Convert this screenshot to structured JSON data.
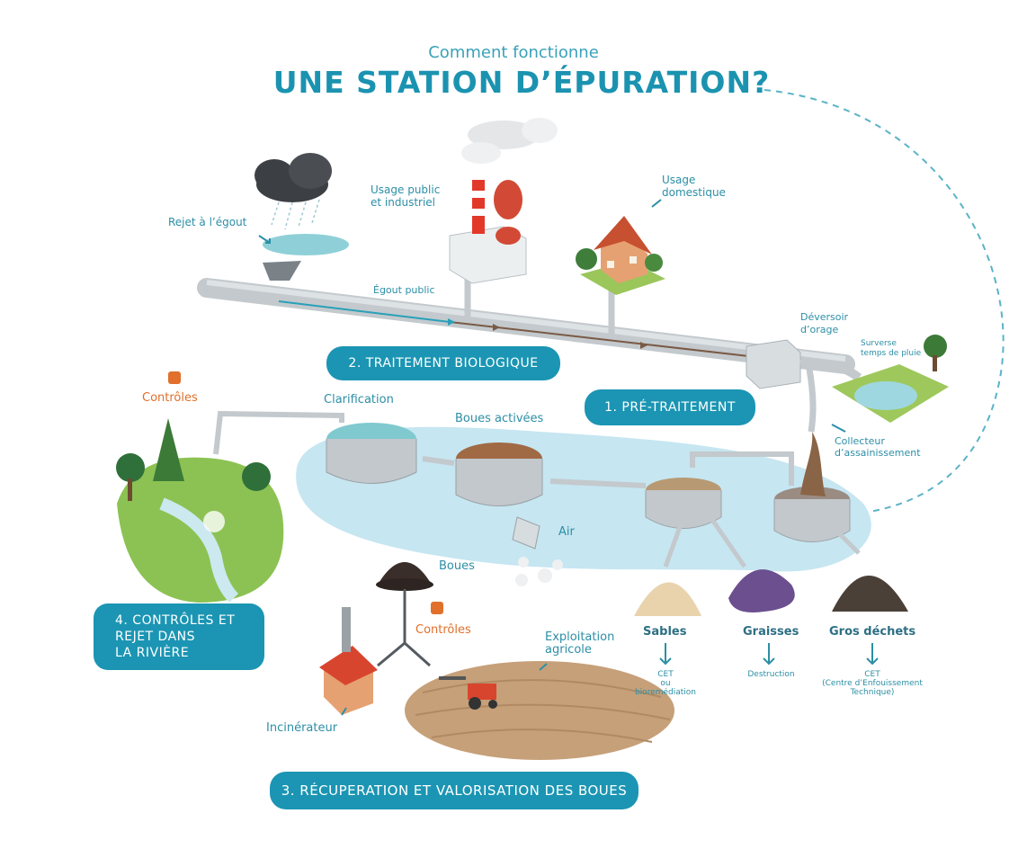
{
  "title": {
    "line1": "Comment fonctionne",
    "line2": "UNE STATION D’ÉPURATION?"
  },
  "stages": {
    "s1": "1. PRÉ-TRAITEMENT",
    "s2": "2. TRAITEMENT BIOLOGIQUE",
    "s3": "3. RÉCUPERATION ET VALORISATION DES BOUES",
    "s4": "4. CONTRÔLES ET\nREJET DANS\nLA RIVIÈRE"
  },
  "labels": {
    "rejet_egout": "Rejet à l’égout",
    "usage_public": "Usage public\net industriel",
    "usage_domestique": "Usage\ndomestique",
    "egout_public": "Égout public",
    "deversoir": "Déversoir\nd’orage",
    "surverse": "Surverse\ntemps de pluie",
    "collecteur": "Collecteur\nd’assainissement",
    "clarification": "Clarification",
    "boues_activees": "Boues activées",
    "air": "Air",
    "boues": "Boues",
    "controles_1": "Contrôles",
    "controles_2": "Contrôles",
    "exploitation": "Exploitation\nagricole",
    "incinerateur": "Incinérateur",
    "sables": "Sables",
    "graisses": "Graisses",
    "gros_dechets": "Gros déchets",
    "sables_dest": "CET\nou\nbioremédiation",
    "graisses_dest": "Destruction",
    "dechets_dest": "CET\n(Centre d’Enfouissement\nTechnique)"
  },
  "colors": {
    "accent": "#1b95b3",
    "title": "#3aa1b9",
    "orange": "#e0702c",
    "water": "#bfe3ef",
    "pipe": "#c9cfd3"
  },
  "icons": [
    "rain-cloud-icon",
    "factory-icon",
    "house-icon",
    "flask-icon",
    "tractor-icon",
    "incinerator-icon",
    "tree-icon"
  ]
}
